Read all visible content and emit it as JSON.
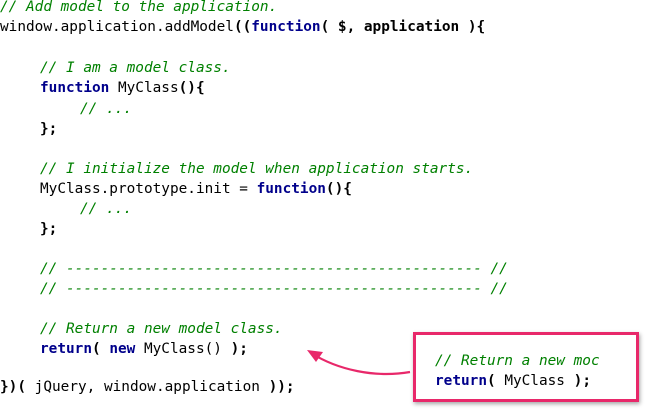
{
  "colors": {
    "comment": "#008000",
    "keyword": "#00008b",
    "callout_border": "#e8286a",
    "arrow": "#e8286a"
  },
  "code": {
    "line1": "// Add model to the application.",
    "line2_ident": "window.application.addModel",
    "line2_paren": "((",
    "line2_kw": "function",
    "line2_args": "( $, application )",
    "line2_brace": "{",
    "line4_comment": "// I am a model class.",
    "line5_kw": "function",
    "line5_name": " MyClass",
    "line5_parens": "()",
    "line5_brace": "{",
    "line6_comment": "// ...",
    "line7": "};",
    "line9_comment": "// I initialize the model when application starts.",
    "line10_ident": "MyClass.prototype.init = ",
    "line10_kw": "function",
    "line10_parens": "()",
    "line10_brace": "{",
    "line11_comment": "// ...",
    "line12": "};",
    "line14_comment": "// ------------------------------------------------ //",
    "line15_comment": "// ------------------------------------------------ //",
    "line17_comment": "// Return a new model class.",
    "line18_kw_return": "return",
    "line18_paren_open": "(",
    "line18_kw_new": " new",
    "line18_rest": " MyClass() ",
    "line18_paren_close": ")",
    "line18_semi": ";",
    "line20_open": "}",
    "line20_paren": ")(",
    "line20_args": " jQuery, window.application ",
    "line20_close": "))",
    "line20_semi": ";"
  },
  "callout": {
    "comment": "// Return a new moc",
    "kw_return": "return",
    "paren_open": "(",
    "name": " MyClass ",
    "paren_close": ")",
    "semi": ";"
  }
}
